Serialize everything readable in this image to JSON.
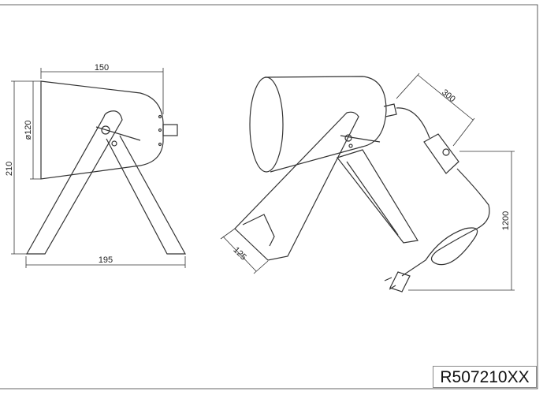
{
  "product_code": "R507210XX",
  "dimensions": {
    "side_width": "150",
    "shade_diameter": "ø120",
    "total_height": "210",
    "base_width": "195",
    "base_depth": "125",
    "cable_to_switch": "300",
    "cable_length": "1200"
  }
}
